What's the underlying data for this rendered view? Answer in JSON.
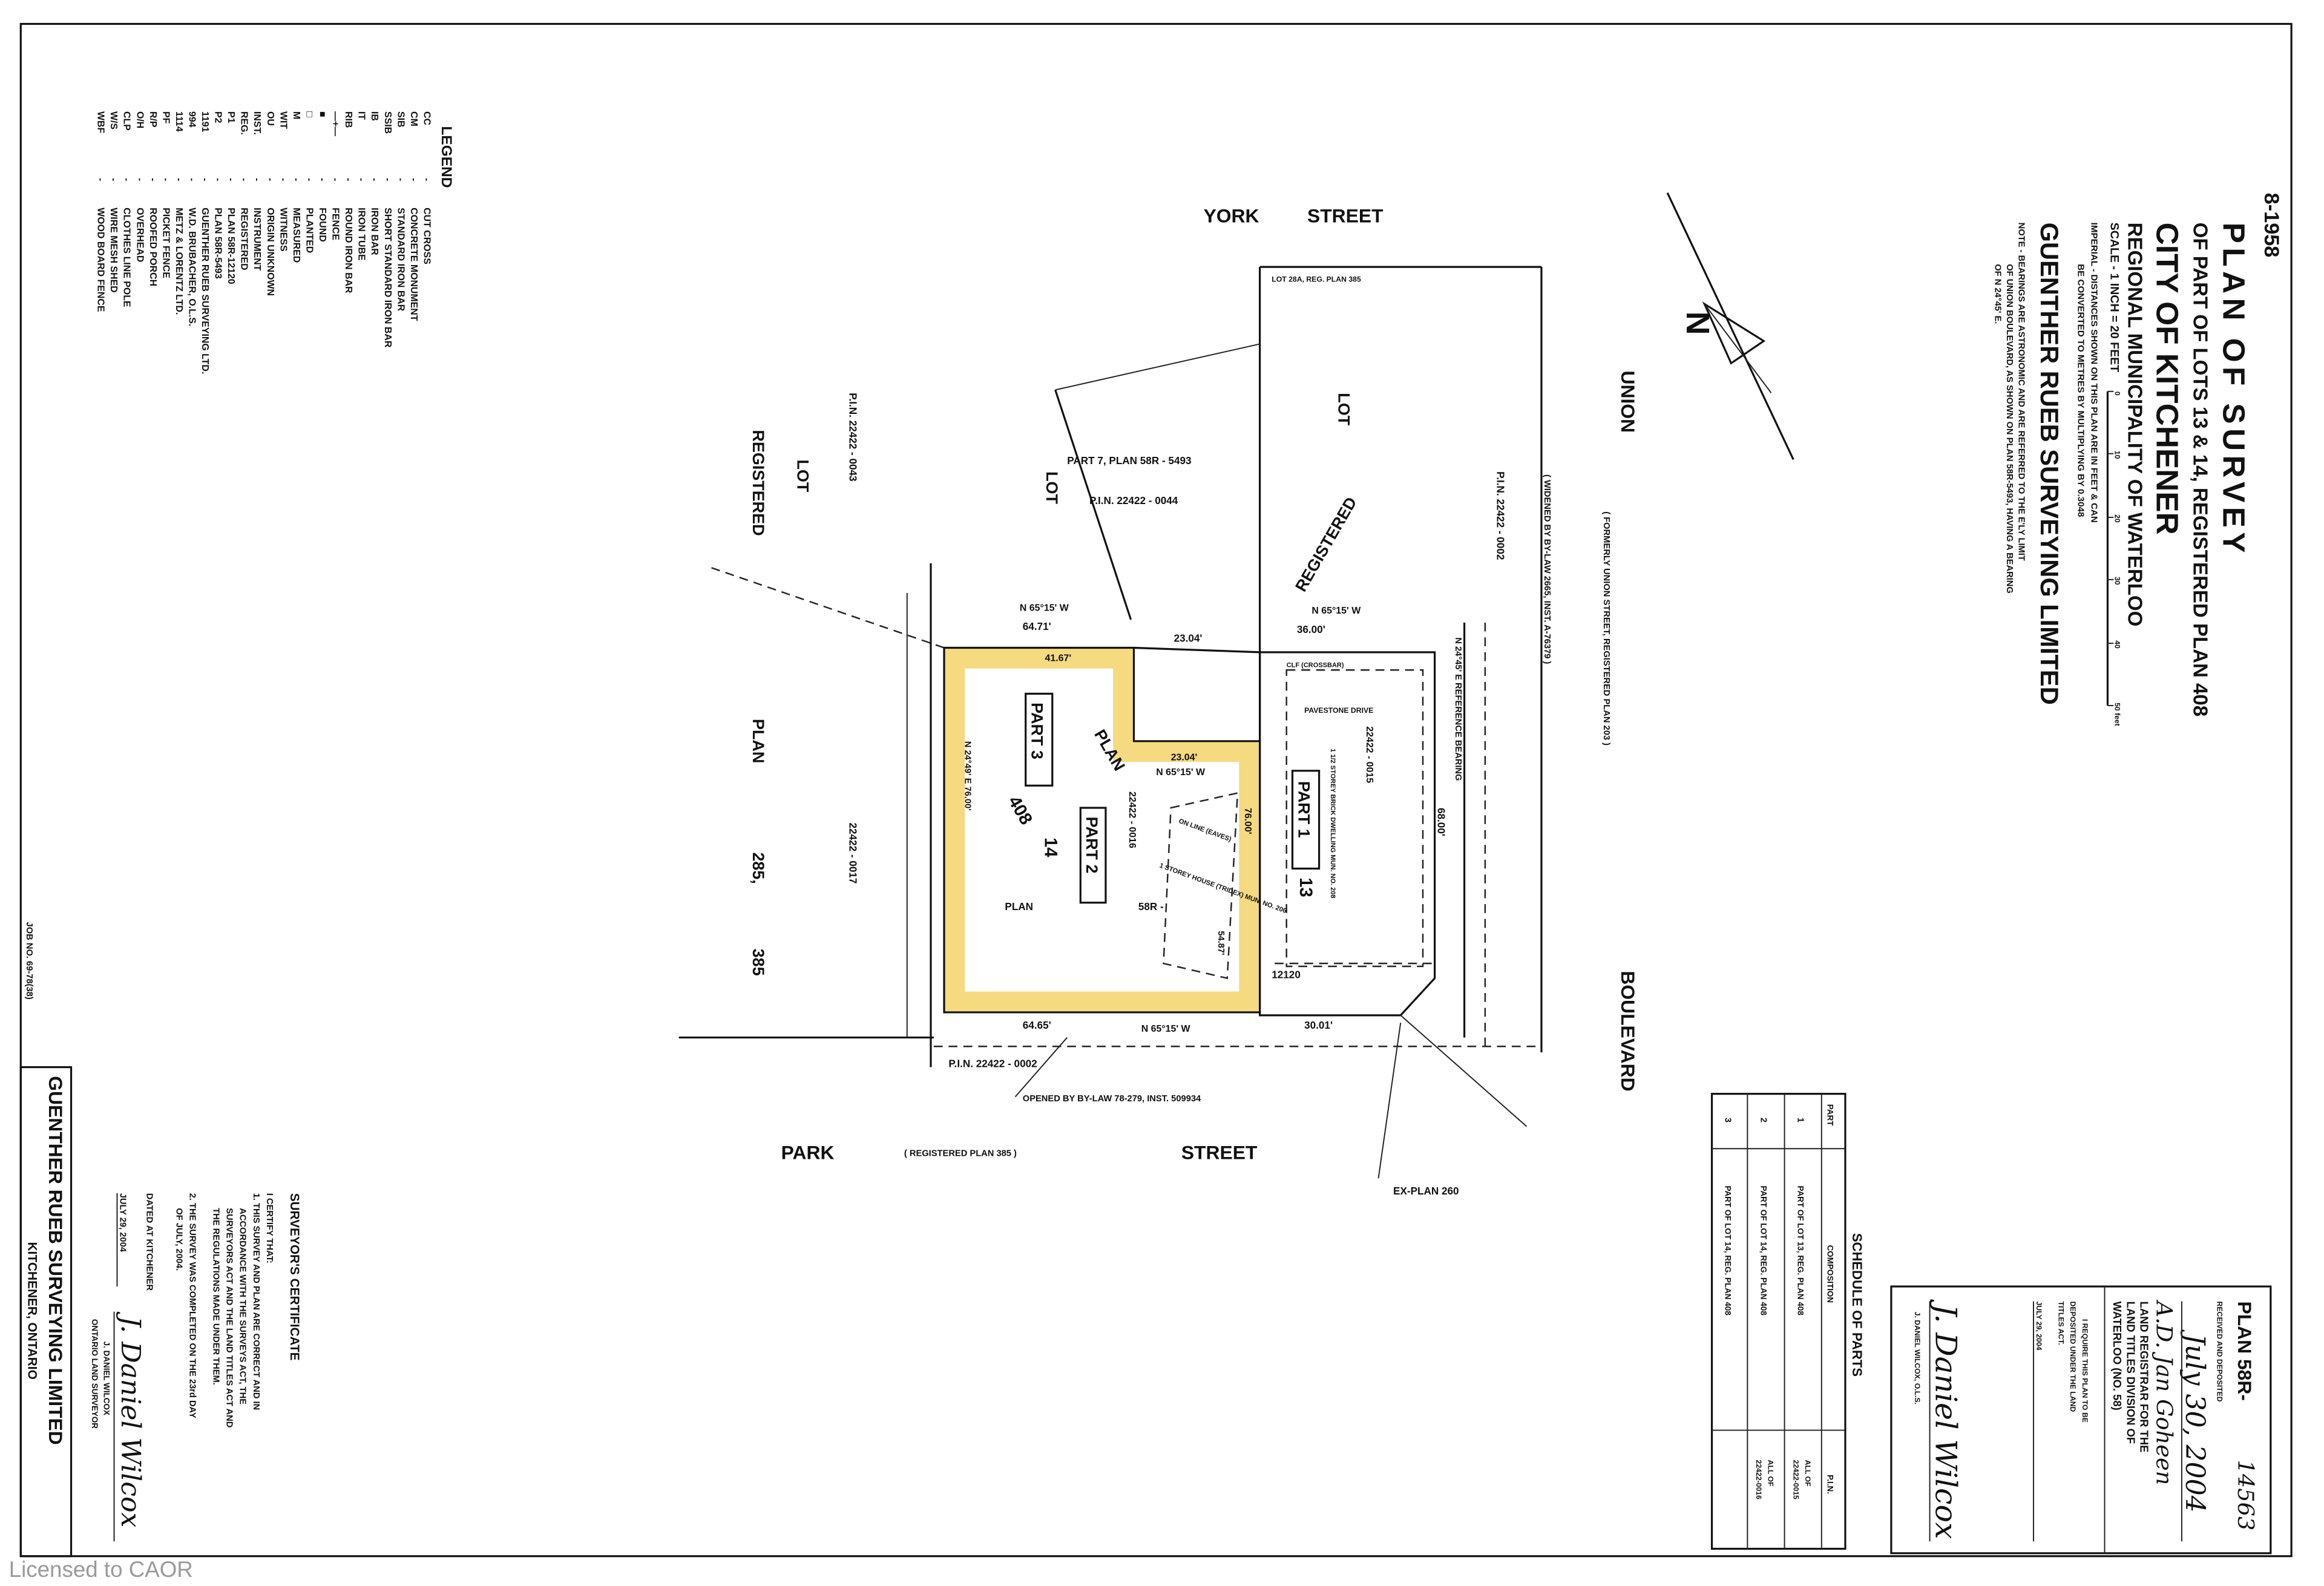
{
  "plan_number_top": "8-1958",
  "title_block": {
    "title": "PLAN OF SURVEY",
    "subtitle": "OF PART OF LOTS 13 & 14, REGISTERED PLAN 408",
    "city": "CITY OF KITCHENER",
    "region": "REGIONAL MUNICIPALITY OF WATERLOO",
    "scale": "SCALE - 1 INCH = 20 FEET",
    "scale_ticks": [
      "0",
      "10",
      "20",
      "30",
      "40",
      "50 feet"
    ],
    "imperial_1": "IMPERIAL - DISTANCES SHOWN ON THIS PLAN ARE IN FEET & CAN",
    "imperial_2": "BE CONVERTED TO METRES BY MULTIPLYING BY 0.3048",
    "company": "GUENTHER RUEB SURVEYING LIMITED",
    "note_1": "NOTE - BEARINGS ARE ASTRONOMIC AND ARE REFERRED TO THE E'LY LIMIT",
    "note_2": "OF UNION BOULEVARD, AS SHOWN ON PLAN 58R-5493, HAVING A BEARING",
    "note_3": "OF N 24°45' E."
  },
  "legend": {
    "title": "LEGEND",
    "items": [
      {
        "abbr": "CC",
        "meaning": "CUT CROSS"
      },
      {
        "abbr": "CM",
        "meaning": "CONCRETE MONUMENT"
      },
      {
        "abbr": "SIB",
        "meaning": "STANDARD IRON BAR"
      },
      {
        "abbr": "SSIB",
        "meaning": "SHORT STANDARD IRON BAR"
      },
      {
        "abbr": "IB",
        "meaning": "IRON BAR"
      },
      {
        "abbr": "IT",
        "meaning": "IRON TUBE"
      },
      {
        "abbr": "RIB",
        "meaning": "ROUND IRON BAR"
      },
      {
        "abbr": "—+—",
        "meaning": "FENCE"
      },
      {
        "abbr": "■",
        "meaning": "FOUND"
      },
      {
        "abbr": "□",
        "meaning": "PLANTED"
      },
      {
        "abbr": "M",
        "meaning": "MEASURED"
      },
      {
        "abbr": "WIT",
        "meaning": "WITNESS"
      },
      {
        "abbr": "OU",
        "meaning": "ORIGIN UNKNOWN"
      },
      {
        "abbr": "INST.",
        "meaning": "INSTRUMENT"
      },
      {
        "abbr": "REG.",
        "meaning": "REGISTERED"
      },
      {
        "abbr": "P1",
        "meaning": "PLAN 58R-12120"
      },
      {
        "abbr": "P2",
        "meaning": "PLAN 58R-5493"
      },
      {
        "abbr": "1191",
        "meaning": "GUENTHER RUEB SURVEYING LTD."
      },
      {
        "abbr": "994",
        "meaning": "W.D. BRUBACHER, O.L.S."
      },
      {
        "abbr": "1114",
        "meaning": "METZ & LORENTZ LTD."
      },
      {
        "abbr": "PF",
        "meaning": "PICKET FENCE"
      },
      {
        "abbr": "R/P",
        "meaning": "ROOFED PORCH"
      },
      {
        "abbr": "O/H",
        "meaning": "OVERHEAD"
      },
      {
        "abbr": "CLP",
        "meaning": "CLOTHES LINE POLE"
      },
      {
        "abbr": "W/S",
        "meaning": "WIRE MESH SHED"
      },
      {
        "abbr": "WBF",
        "meaning": "WOOD BOARD FENCE"
      }
    ]
  },
  "job_number": "JOB NO. 69-78(38)",
  "certificate": {
    "title": "SURVEYOR'S CERTIFICATE",
    "lines": [
      "I CERTIFY THAT:",
      "1. THIS SURVEY AND PLAN ARE CORRECT AND IN",
      "ACCORDANCE WITH THE SURVEYS ACT, THE",
      "SURVEYORS ACT AND THE LAND TITLES ACT AND",
      "THE REGULATIONS MADE UNDER THEM.",
      "2. THE SURVEY WAS COMPLETED ON THE 23rd DAY",
      "OF JULY, 2004."
    ],
    "dated_at": "DATED AT KITCHENER",
    "date": "JULY 29, 2004",
    "signature": "J. Daniel Wilcox",
    "surveyor_name": "J. DANIEL WILCOX",
    "surveyor_title": "ONTARIO LAND SURVEYOR",
    "company": "GUENTHER RUEB SURVEYING LIMITED",
    "company_location": "KITCHENER, ONTARIO"
  },
  "schedule_of_parts": {
    "title": "SCHEDULE OF PARTS",
    "headers": [
      "PART",
      "COMPOSITION",
      "P.I.N."
    ],
    "rows": [
      {
        "part": "1",
        "composition": "PART OF LOT 13, REG. PLAN 408",
        "pin_1": "ALL OF",
        "pin_2": "22422-0015"
      },
      {
        "part": "2",
        "composition": "PART OF LOT 14, REG. PLAN 408",
        "pin_1": "ALL OF",
        "pin_2": "22422-0016"
      },
      {
        "part": "3",
        "composition": "PART OF LOT 14, REG. PLAN 408",
        "pin_1": "",
        "pin_2": ""
      }
    ]
  },
  "registry_box": {
    "plan_label": "PLAN 58R-",
    "plan_number": "14563",
    "received": "RECEIVED AND DEPOSITED",
    "received_date": "July 30, 2004",
    "registrar_signature": "A.D. Jan Goheen",
    "registrar_1": "LAND REGISTRAR FOR THE",
    "registrar_2": "LAND TITLES DIVISION OF",
    "registrar_3": "WATERLOO (NO. 58)",
    "require_1": "I REQUIRE THIS PLAN TO BE",
    "require_2": "DEPOSITED UNDER THE LAND",
    "require_3": "TITLES ACT.",
    "require_date": "JULY 29, 2004",
    "surveyor_signature": "J. Daniel Wilcox",
    "surveyor": "J. DANIEL WILCOX, O.L.S."
  },
  "drawing": {
    "york_1": "YORK",
    "york_2": "STREET",
    "park": "PARK",
    "park_plan": "( REGISTERED PLAN 385 )",
    "park_street": "STREET",
    "union": "UNION",
    "union_formerly": "( FORMERLY UNION STREET, REGISTERED PLAN 203 )",
    "union_widened": "( WIDENED BY BY-LAW 2665, INST. A-76379 )",
    "boulevard": "BOULEVARD",
    "lot28a": "LOT 28A, REG. PLAN 385",
    "part7": "PART 7,   PLAN   58R - 5493",
    "lot_a": "LOT",
    "pin_0044": "P.I.N.     22422 - 0044",
    "lot_b": "LOT",
    "registered_top": "REGISTERED",
    "pin_0002_top": "P.I.N.     22422 - 0002",
    "reg_left": "REGISTERED",
    "lot_left": "LOT",
    "plan_left": "PLAN",
    "n285": "285,",
    "n385": "385",
    "pin_0043": "P.I.N.     22422 - 0043",
    "pin_0017": "22422 - 0017",
    "brg_top_left": "N 65°15' W",
    "dist_6471": "64.71'",
    "dist_4167": "41.67'",
    "dist_2304_top": "23.04'",
    "brg_top_right": "N 65°15' W",
    "dist_3600": "36.00'",
    "dist_2304_mid": "23.04'",
    "brg_mid": "N 65°15' W",
    "dist_6465": "64.65'",
    "brg_bottom": "N 65°15' W",
    "dist_3001": "30.01'",
    "pin_bottom": "P.I.N.    22422  -  0002",
    "opened": "OPENED BY BY-LAW 78-279, INST. 509934",
    "ex_plan": "EX-PLAN 260",
    "west_bearing": "N 24°49' E   76.00'",
    "ref_bearing": "N 24°45' E  REFERENCE BEARING",
    "dist_6800": "68.00'",
    "dist_7600": "76.00'",
    "dist_5487": "54.87'",
    "part1": "PART 1",
    "part2": "PART 2",
    "part3": "PART 3",
    "lot14": "14",
    "lot13": "13",
    "plan408": "408",
    "plan_word": "PLAN",
    "plan_word2": "PLAN",
    "r58": "58R -",
    "n12120": "12120",
    "pin_0015": "22422 - 0015",
    "pin_0016": "22422 - 0016",
    "pavestone": "PAVESTONE DRIVE",
    "clf": "CLF (CROSSBAR)",
    "house": "1 STOREY HOUSE (TRIDEX) MUN. NO. 206",
    "dwelling": "1 1/2 STOREY BRICK DWELLING MUN. NO. 208",
    "eaves": "ON LINE (EAVES)",
    "north": "N",
    "highlight_color": "#f3d36a"
  },
  "watermark": "Licensed to CAOR"
}
